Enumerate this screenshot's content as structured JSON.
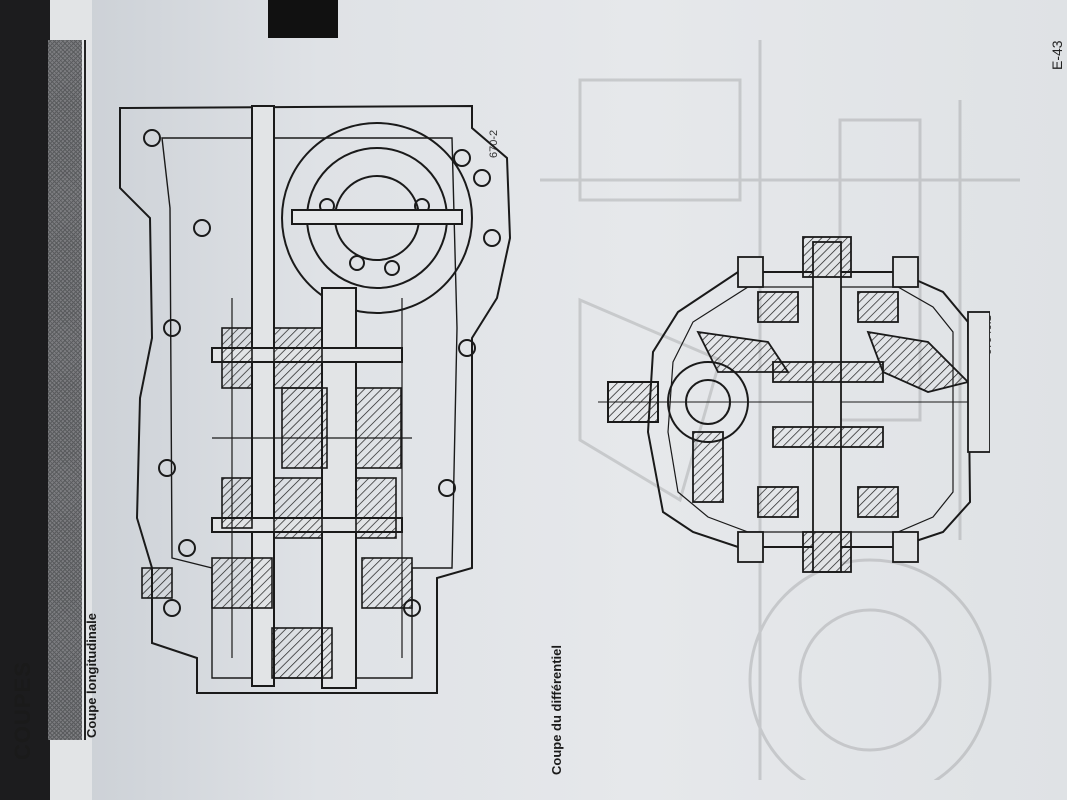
{
  "page": {
    "section_title": "COUPES",
    "page_number": "E-43"
  },
  "figures": [
    {
      "caption": "Coupe longitudinale",
      "drawing_number": "670-2"
    },
    {
      "caption": "Coupe du différentiel",
      "drawing_number": "67946.1"
    }
  ],
  "colors": {
    "ink": "#1a1a1a",
    "paper": "#e2e4e7",
    "header_dark": "#1c1c1e"
  }
}
